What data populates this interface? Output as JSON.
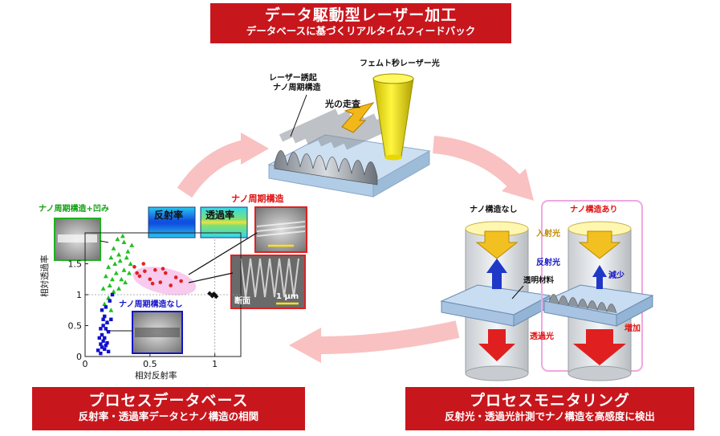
{
  "header": {
    "title": "データ駆動型レーザー加工",
    "subtitle": "データベースに基づくリアルタイムフィードバック"
  },
  "laser": {
    "beam_label": "フェムト秒レーザー光",
    "induced_label_1": "レーザー誘起",
    "induced_label_2": "ナノ周期構造",
    "scan_label": "光の走査"
  },
  "database": {
    "title": "プロセスデータベース",
    "subtitle": "反射率・透過率データとナノ構造の相関",
    "reflectance_map_label": "反射率",
    "transmittance_map_label": "透過率",
    "nano_periodic_label": "ナノ周期構造",
    "nano_plus_dent_label": "ナノ周期構造+凹み",
    "no_nano_label": "ナノ周期構造なし",
    "cross_section_label": "断面",
    "scale_label": "1 µm"
  },
  "monitoring": {
    "title": "プロセスモニタリング",
    "subtitle": "反射光・透過光計測でナノ構造を高感度に検出",
    "no_structure_label": "ナノ構造なし",
    "with_structure_label": "ナノ構造あり",
    "incident_label": "入射光",
    "reflected_label": "反射光",
    "material_label": "透明材料",
    "transmitted_label": "透過光",
    "decrease_label": "減少",
    "increase_label": "増加"
  },
  "chart_data": {
    "type": "scatter",
    "xlabel": "相対反射率",
    "ylabel": "相対透過率",
    "xlim": [
      0,
      1.2
    ],
    "ylim": [
      0,
      2.0
    ],
    "xticks": [
      "0",
      "0.5",
      "1"
    ],
    "yticks": [
      "0",
      "0.5",
      "1",
      "1.5"
    ],
    "series": [
      {
        "color": "#20c020",
        "marker": "triangle",
        "points": [
          [
            0.14,
            1.1
          ],
          [
            0.16,
            1.3
          ],
          [
            0.18,
            1.45
          ],
          [
            0.2,
            1.6
          ],
          [
            0.22,
            1.75
          ],
          [
            0.25,
            1.9
          ],
          [
            0.27,
            1.55
          ],
          [
            0.3,
            1.4
          ],
          [
            0.33,
            1.7
          ],
          [
            0.35,
            1.5
          ],
          [
            0.28,
            1.25
          ],
          [
            0.24,
            1.35
          ],
          [
            0.19,
            1.15
          ],
          [
            0.3,
            1.85
          ],
          [
            0.26,
            1.65
          ],
          [
            0.22,
            1.05
          ],
          [
            0.36,
            1.8
          ],
          [
            0.18,
            0.95
          ],
          [
            0.31,
            1.2
          ],
          [
            0.23,
            1.5
          ],
          [
            0.2,
            0.75
          ],
          [
            0.17,
            0.55
          ],
          [
            0.32,
            1.6
          ],
          [
            0.26,
            1.1
          ],
          [
            0.15,
            0.85
          ],
          [
            0.29,
            1.95
          ],
          [
            0.21,
            1.25
          ],
          [
            0.34,
            1.35
          ]
        ]
      },
      {
        "color": "#e02020",
        "marker": "circle",
        "points": [
          [
            0.38,
            1.45
          ],
          [
            0.42,
            1.3
          ],
          [
            0.46,
            1.38
          ],
          [
            0.5,
            1.25
          ],
          [
            0.54,
            1.4
          ],
          [
            0.58,
            1.2
          ],
          [
            0.62,
            1.35
          ],
          [
            0.66,
            1.15
          ],
          [
            0.7,
            1.28
          ],
          [
            0.45,
            1.5
          ],
          [
            0.6,
            1.42
          ],
          [
            0.74,
            1.22
          ],
          [
            0.52,
            1.18
          ],
          [
            0.4,
            1.35
          ]
        ]
      },
      {
        "color": "#1010d0",
        "marker": "square",
        "points": [
          [
            0.1,
            0.1
          ],
          [
            0.12,
            0.2
          ],
          [
            0.13,
            0.35
          ],
          [
            0.14,
            0.5
          ],
          [
            0.15,
            0.65
          ],
          [
            0.16,
            0.8
          ],
          [
            0.15,
            0.3
          ],
          [
            0.13,
            0.15
          ],
          [
            0.17,
            0.55
          ],
          [
            0.18,
            0.4
          ],
          [
            0.12,
            0.05
          ],
          [
            0.14,
            0.25
          ],
          [
            0.16,
            0.45
          ],
          [
            0.19,
            0.9
          ],
          [
            0.11,
            0.3
          ],
          [
            0.15,
            0.12
          ],
          [
            0.17,
            0.22
          ],
          [
            0.2,
            0.6
          ],
          [
            0.13,
            0.75
          ],
          [
            0.16,
            0.18
          ],
          [
            0.18,
            0.08
          ],
          [
            0.14,
            0.6
          ],
          [
            0.21,
            1.0
          ],
          [
            0.12,
            0.45
          ]
        ]
      },
      {
        "color": "#101010",
        "marker": "diamond",
        "points": [
          [
            0.96,
            1.02
          ],
          [
            0.98,
            0.98
          ],
          [
            1.0,
            1.0
          ],
          [
            0.99,
            1.01
          ],
          [
            1.01,
            0.97
          ]
        ]
      }
    ]
  }
}
